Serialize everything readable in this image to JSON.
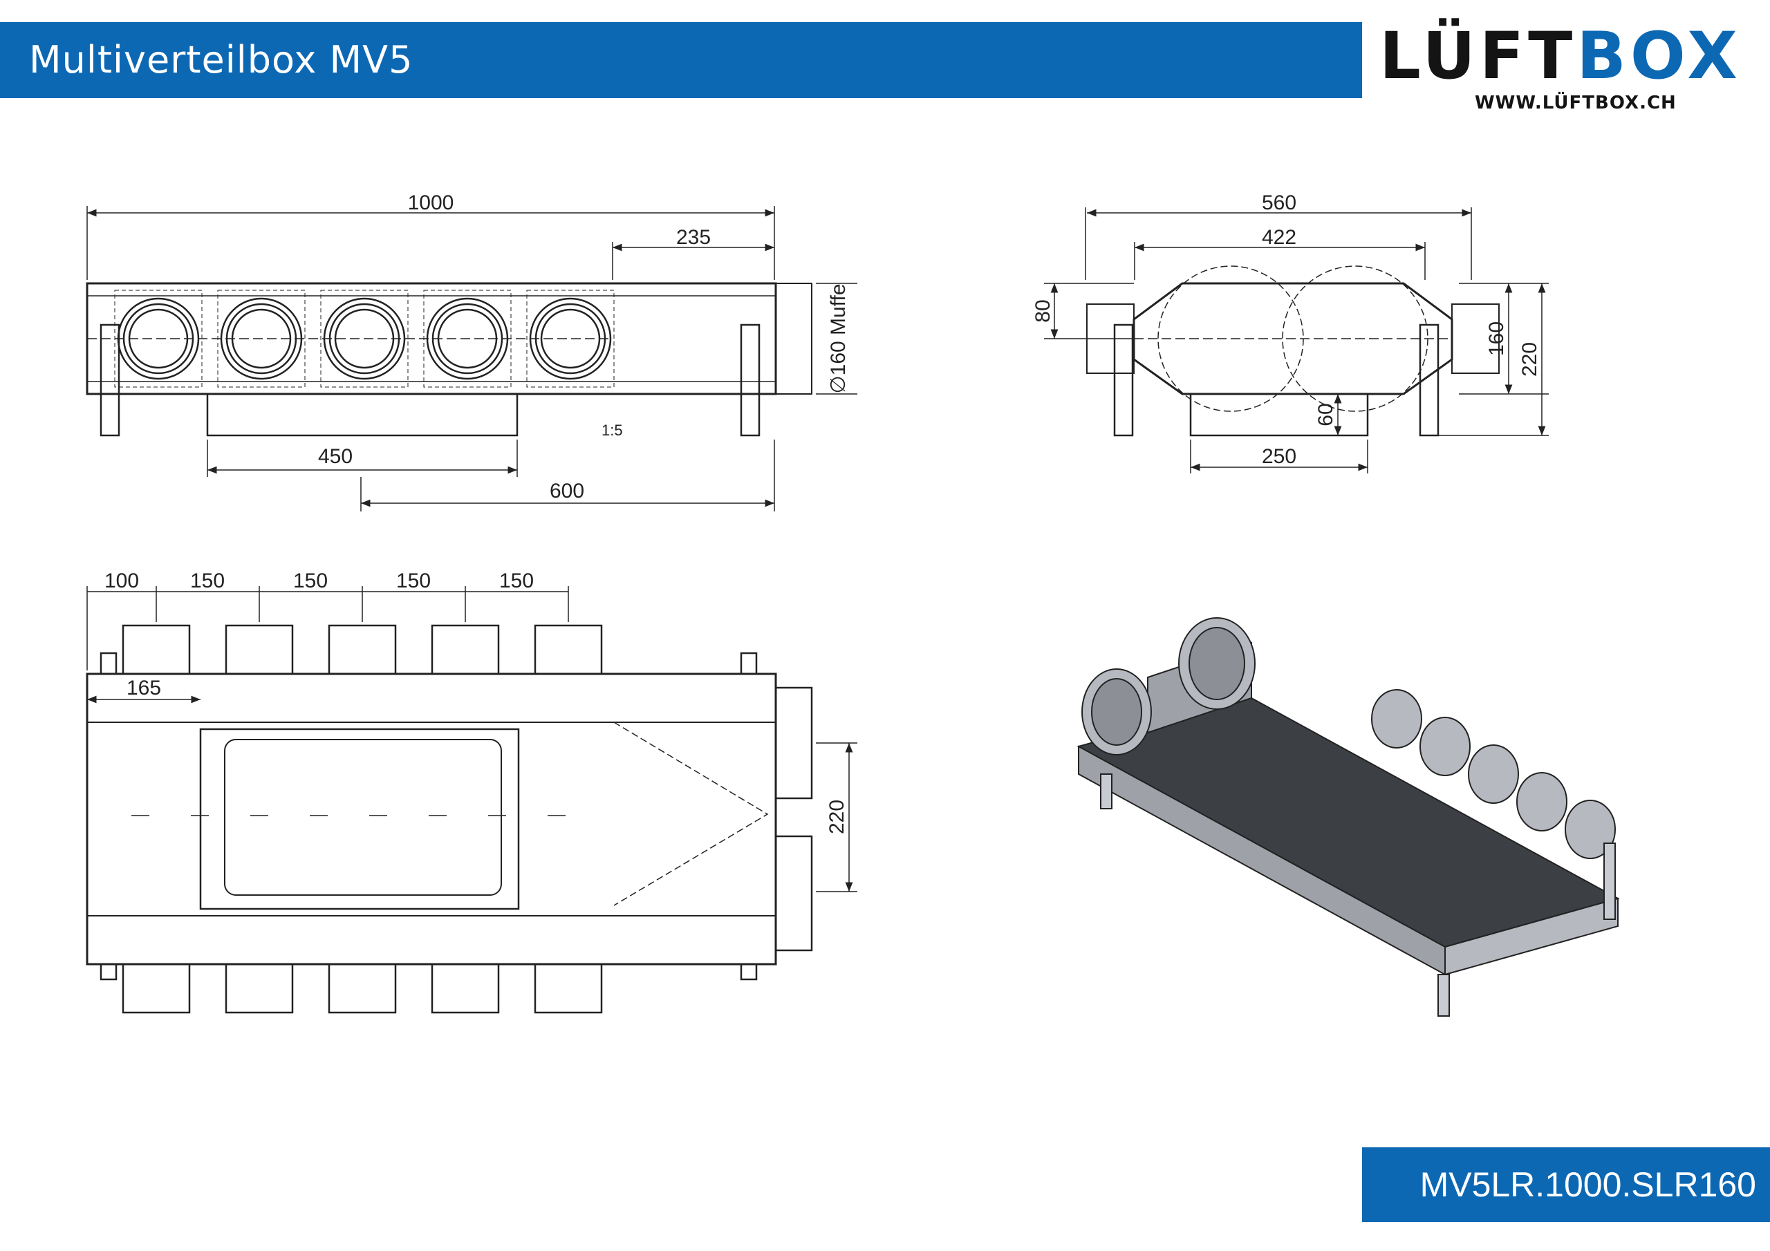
{
  "header": {
    "title": "Multiverteilbox MV5"
  },
  "logo": {
    "word_dark": "LÜFT",
    "word_blue": "BOX",
    "url": "WWW.LÜFTBOX.CH"
  },
  "front_view": {
    "dim_total": "1000",
    "dim_right": "235",
    "dim_bottom_outlet": "450",
    "dim_bottom_right": "600",
    "scale": "1:5",
    "diameter_label": "∅160 Muffe"
  },
  "side_view": {
    "dim_outer": "560",
    "dim_inner": "422",
    "dim_80": "80",
    "dim_160": "160",
    "dim_220": "220",
    "dim_60": "60",
    "dim_250": "250"
  },
  "top_view": {
    "spacing_labels": [
      "100",
      "150",
      "150",
      "150",
      "150"
    ],
    "dim_165": "165",
    "dim_220": "220"
  },
  "footer": {
    "code": "MV5LR.1000.SLR160"
  },
  "colors": {
    "accent": "#0d68b4",
    "line": "#222222",
    "box_top": "#3c3f44",
    "box_side": "#9ea2a8"
  }
}
